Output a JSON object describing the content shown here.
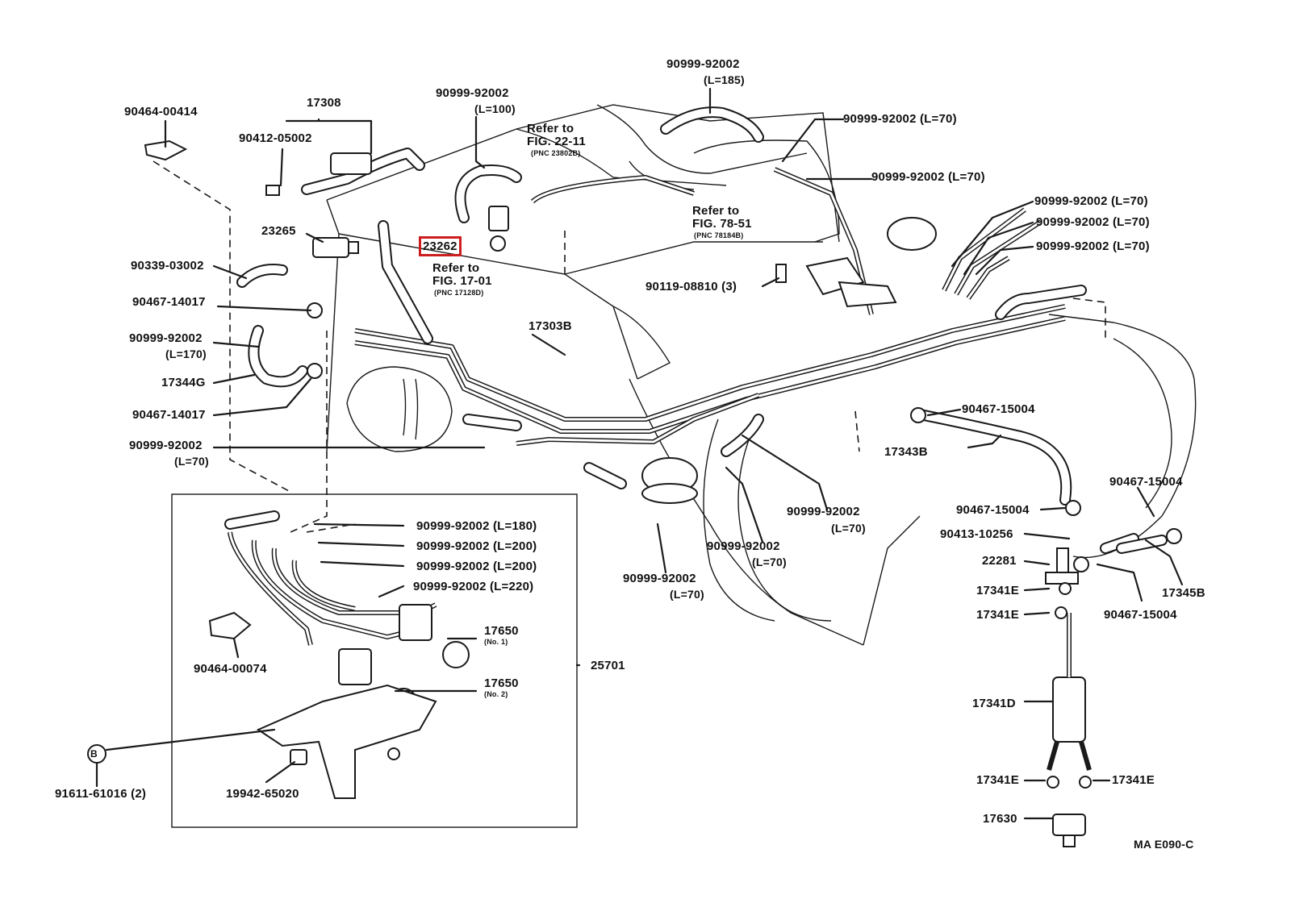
{
  "diagram_id": "MA E090-C",
  "highlight_color": "#cc1e1e",
  "reference_notes": [
    {
      "line1": "Refer to",
      "line2": "FIG. 22-11",
      "pnc": "(PNC 23802B)"
    },
    {
      "line1": "Refer to",
      "line2": "FIG. 78-51",
      "pnc": "(PNC 78184B)"
    },
    {
      "line1": "Refer to",
      "line2": "FIG. 17-01",
      "pnc": "(PNC 17128D)"
    }
  ],
  "callouts": [
    {
      "part": "90464-00414"
    },
    {
      "part": "17308"
    },
    {
      "part": "90412-05002"
    },
    {
      "part": "23265"
    },
    {
      "part": "23262",
      "highlighted": true
    },
    {
      "part": "90339-03002"
    },
    {
      "part": "90467-14017"
    },
    {
      "part": "90999-92002",
      "length": "(L=170)"
    },
    {
      "part": "17344G"
    },
    {
      "part": "90467-14017"
    },
    {
      "part": "90999-92002",
      "length": "(L=70)"
    },
    {
      "part": "90999-92002",
      "length": "(L=100)"
    },
    {
      "part": "90999-92002",
      "length": "(L=185)"
    },
    {
      "part": "90999-92002 (L=70)"
    },
    {
      "part": "90999-92002 (L=70)"
    },
    {
      "part": "90999-92002 (L=70)"
    },
    {
      "part": "90999-92002 (L=70)"
    },
    {
      "part": "90999-92002 (L=70)"
    },
    {
      "part": "90119-08810 (3)"
    },
    {
      "part": "17303B"
    },
    {
      "part": "90467-15004"
    },
    {
      "part": "17343B"
    },
    {
      "part": "90467-15004"
    },
    {
      "part": "90467-15004"
    },
    {
      "part": "90413-10256"
    },
    {
      "part": "22281"
    },
    {
      "part": "17341E"
    },
    {
      "part": "17341E"
    },
    {
      "part": "17345B"
    },
    {
      "part": "90467-15004"
    },
    {
      "part": "17341D"
    },
    {
      "part": "17341E"
    },
    {
      "part": "17341E"
    },
    {
      "part": "17630"
    },
    {
      "part": "90999-92002",
      "length": "(L=70)"
    },
    {
      "part": "90999-92002",
      "length": "(L=70)"
    },
    {
      "part": "90999-92002",
      "length": "(L=70)"
    },
    {
      "part": "90999-92002 (L=180)"
    },
    {
      "part": "90999-92002 (L=200)"
    },
    {
      "part": "90999-92002 (L=200)"
    },
    {
      "part": "90999-92002 (L=220)"
    },
    {
      "part": "17650",
      "note": "(No. 1)"
    },
    {
      "part": "17650",
      "note": "(No. 2)"
    },
    {
      "part": "25701"
    },
    {
      "part": "90464-00074"
    },
    {
      "part": "91611-61016 (2)",
      "marker": "B"
    },
    {
      "part": "19942-65020"
    }
  ]
}
